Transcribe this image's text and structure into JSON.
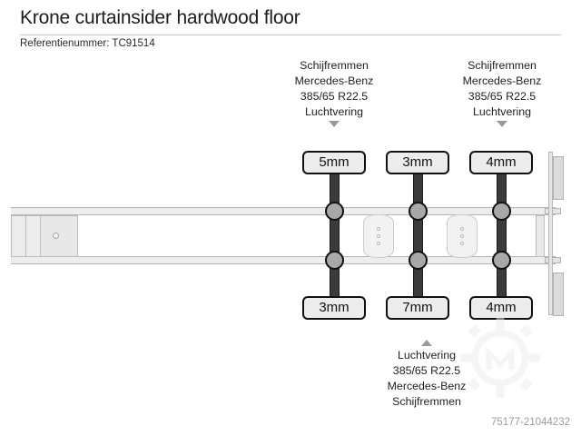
{
  "header": {
    "title": "Krone curtainsider hardwood floor",
    "reference_label": "Referentienummer: TC91514"
  },
  "annotations": {
    "front": {
      "lines": [
        "Schijfremmen",
        "Mercedes-Benz",
        "385/65 R22.5",
        "Luchtvering"
      ],
      "marker": "arrow-down-icon"
    },
    "rear": {
      "lines": [
        "Schijfremmen",
        "Mercedes-Benz",
        "385/65 R22.5",
        "Luchtvering"
      ],
      "marker": "arrow-down-icon"
    },
    "bottom": {
      "lines": [
        "Luchtvering",
        "385/65 R22.5",
        "Mercedes-Benz",
        "Schijfremmen"
      ],
      "marker": "arrow-up-icon"
    }
  },
  "tread_depths": {
    "top_axles": [
      "5mm",
      "3mm",
      "4mm"
    ],
    "bottom_axles": [
      "3mm",
      "7mm",
      "4mm"
    ]
  },
  "diagram": {
    "vehicle_type": "semi-trailer-top-view",
    "axle_count": 3,
    "kingpin": "kingpin-icon",
    "watermark": "gear-m-watermark"
  },
  "footer": {
    "image_id": "75177-21044232"
  },
  "colors": {
    "background": "#ffffff",
    "text": "#1a1a1a",
    "axle_dark": "#3b3b3b",
    "hub_grey": "#a8a8a8",
    "badge_fill": "#ececec",
    "rail_fill": "#ededed",
    "divider": "#c9c9c9",
    "footer_text": "#9b9b9b",
    "arrow_grey": "#9a9a9a"
  }
}
